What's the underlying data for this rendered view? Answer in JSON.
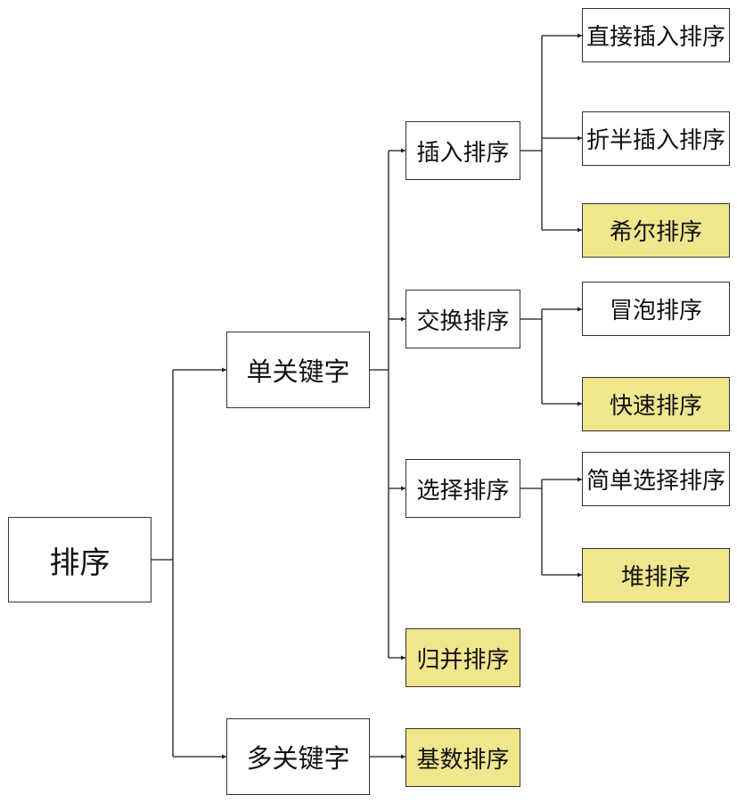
{
  "colors": {
    "line": "#1a1a1a",
    "border": "#333333",
    "node_fill": "#ffffff",
    "highlight_fill": "#f0e68c"
  },
  "nodes": {
    "root": "排序",
    "single_key": "单关键字",
    "multi_key": "多关键字",
    "insertion_sort": "插入排序",
    "exchange_sort": "交换排序",
    "selection_sort": "选择排序",
    "merge_sort": "归并排序",
    "radix_sort": "基数排序",
    "straight_insertion": "直接插入排序",
    "binary_insertion": "折半插入排序",
    "shell_sort": "希尔排序",
    "bubble_sort": "冒泡排序",
    "quick_sort": "快速排序",
    "simple_selection": "简单选择排序",
    "heap_sort": "堆排序"
  },
  "highlighted": [
    "shell_sort",
    "quick_sort",
    "heap_sort",
    "merge_sort",
    "radix_sort"
  ]
}
